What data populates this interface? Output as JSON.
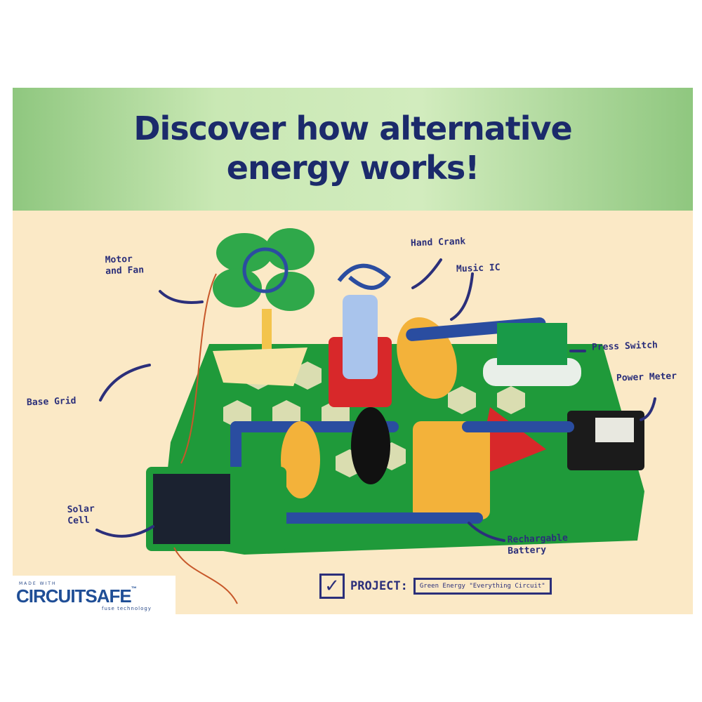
{
  "headline": {
    "line1": "Discover how alternative",
    "line2": "energy works!"
  },
  "labels": {
    "motor_fan": "Motor and Fan",
    "hand_crank": "Hand Crank",
    "music_ic": "Music IC",
    "press_switch": "Press Switch",
    "power_meter": "Power Meter",
    "base_grid": "Base Grid",
    "solar_cell": "Solar Cell",
    "battery": "Rechargable Battery"
  },
  "project": {
    "label": "PROJECT:",
    "name": "Green Energy \"Everything Circuit\""
  },
  "logo": {
    "top": "MADE WITH",
    "main": "CIRCUITSAFE",
    "tm": "™",
    "sub": "fuse technology"
  },
  "colors": {
    "banner": "#a8d894",
    "background": "#fbe9c6",
    "text": "#1b2a6b",
    "board": "#1f9a3a",
    "snap": "#2a4da0"
  }
}
